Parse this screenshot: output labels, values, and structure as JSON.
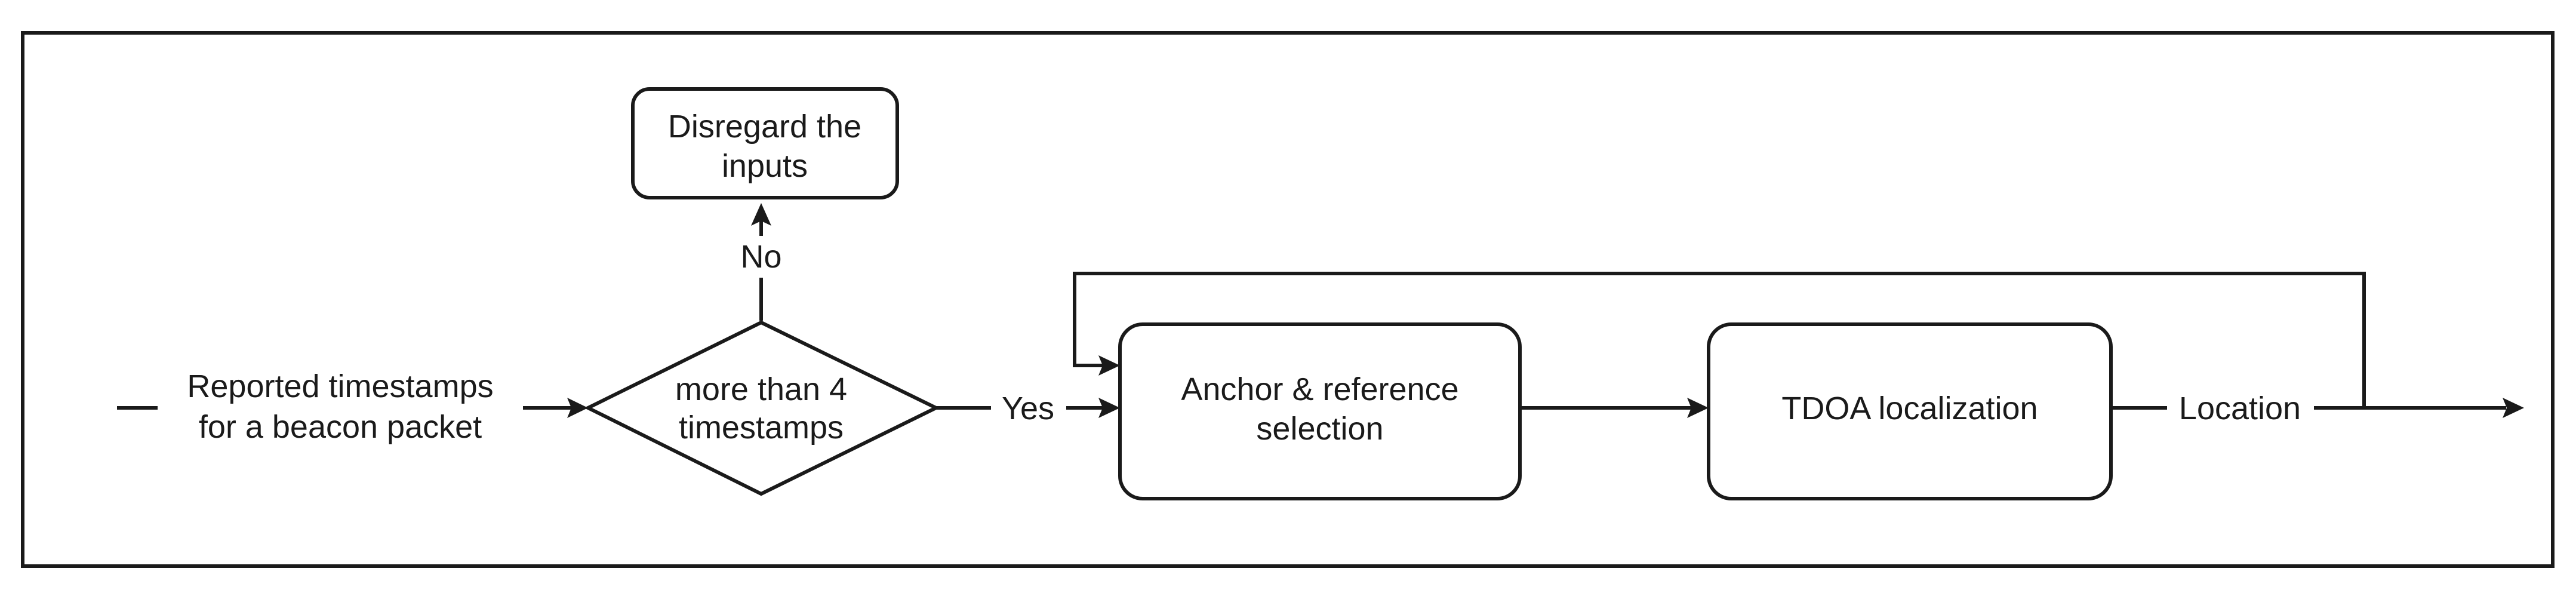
{
  "diagram": {
    "input_label": {
      "line1": "Reported timestamps",
      "line2": "for a beacon packet"
    },
    "decision": {
      "line1": "more than 4",
      "line2": "timestamps"
    },
    "disregard": {
      "line1": "Disregard the",
      "line2": "inputs"
    },
    "anchor_selection": {
      "line1": "Anchor & reference",
      "line2": "selection"
    },
    "tdoa": {
      "line1": "TDOA localization"
    },
    "edges": {
      "no": "No",
      "yes": "Yes",
      "location": "Location"
    }
  }
}
